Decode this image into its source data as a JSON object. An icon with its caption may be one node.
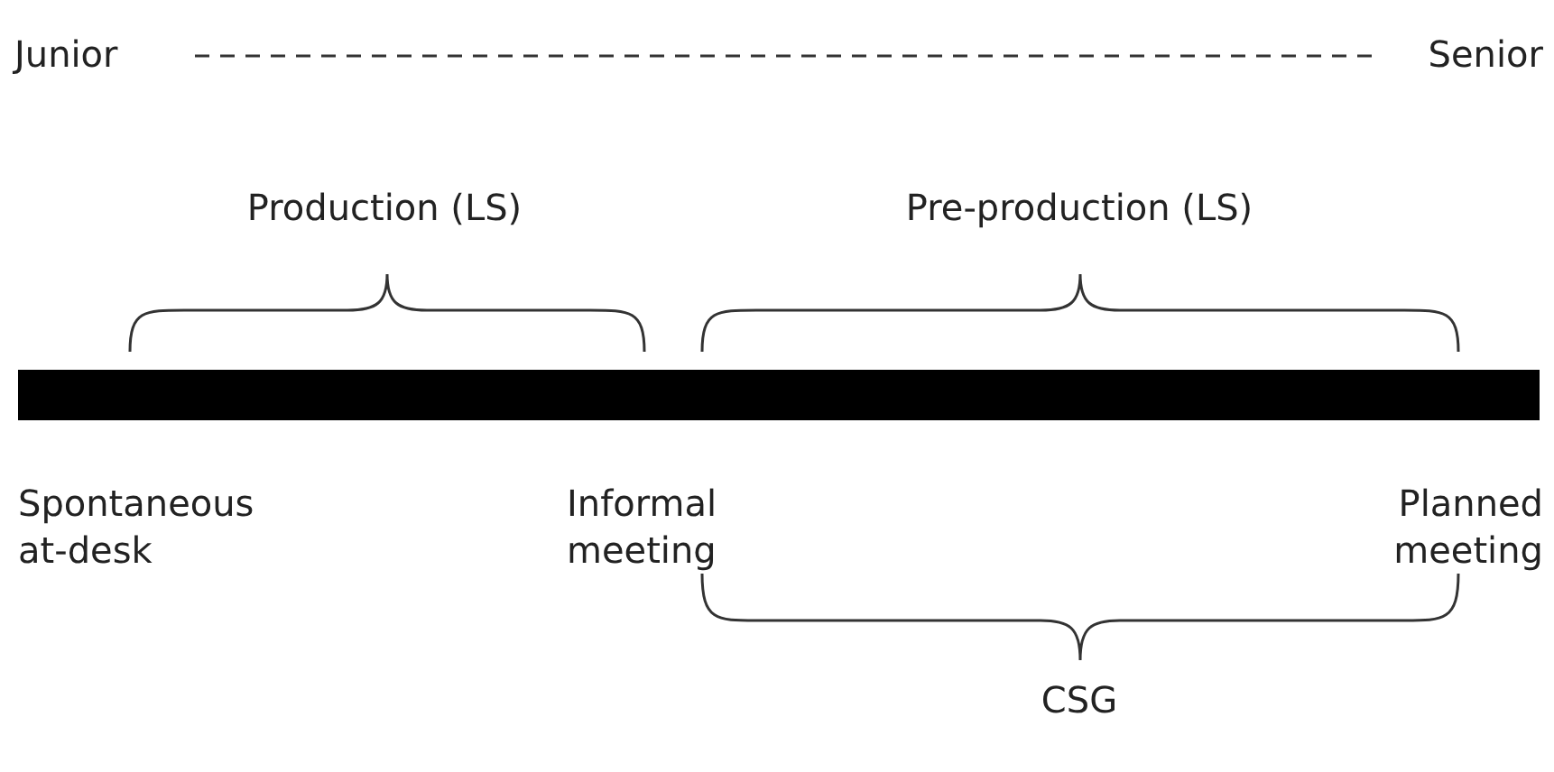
{
  "diagram": {
    "nodes": [
      {
        "text": [],
        "shape": "bar"
      }
    ],
    "labels": [
      "Junior",
      "Senior",
      "Production (LS)",
      "Pre-production (LS)",
      "Spontaneous at-desk",
      "Informal meeting",
      "Planned meeting",
      "CSG"
    ]
  }
}
